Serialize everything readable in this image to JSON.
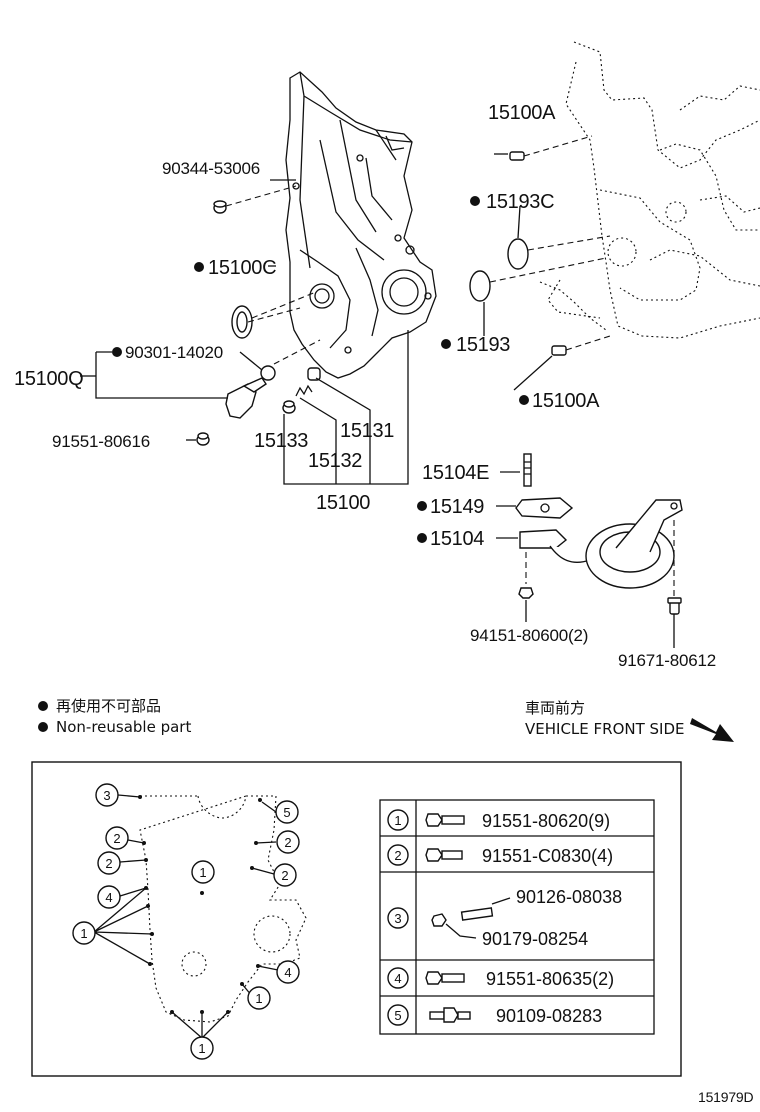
{
  "diagram_id": "151979D",
  "labels": {
    "p_90344": "90344-53006",
    "p_15100C": "15100C",
    "p_90301": "90301-14020",
    "p_15100Q": "15100Q",
    "p_91551_80616": "91551-80616",
    "p_15133": "15133",
    "p_15132": "15132",
    "p_15131": "15131",
    "p_15100": "15100",
    "p_15100A_top": "15100A",
    "p_15193C": "15193C",
    "p_15193": "15193",
    "p_15100A_bot": "15100A",
    "p_15104E": "15104E",
    "p_15149": "15149",
    "p_15104": "15104",
    "p_94151": "94151-80600(2)",
    "p_91671": "91671-80612"
  },
  "legend": {
    "jp": "再使用不可部品",
    "en": "Non-reusable part"
  },
  "direction": {
    "jp": "車両前方",
    "en": "VEHICLE FRONT SIDE"
  },
  "bolt_table": [
    {
      "key": "1",
      "parts": [
        "91551-80620(9)"
      ]
    },
    {
      "key": "2",
      "parts": [
        "91551-C0830(4)"
      ]
    },
    {
      "key": "3",
      "parts": [
        "90126-08038",
        "90179-08254"
      ]
    },
    {
      "key": "4",
      "parts": [
        "91551-80635(2)"
      ]
    },
    {
      "key": "5",
      "parts": [
        "90109-08283"
      ]
    }
  ],
  "callouts": {
    "c1": "1",
    "c2": "2",
    "c3": "3",
    "c4": "4",
    "c5": "5"
  },
  "icons": [
    "non-reusable-dot",
    "vehicle-front-arrow",
    "bolt-icon",
    "stud-icon",
    "nut-icon"
  ]
}
